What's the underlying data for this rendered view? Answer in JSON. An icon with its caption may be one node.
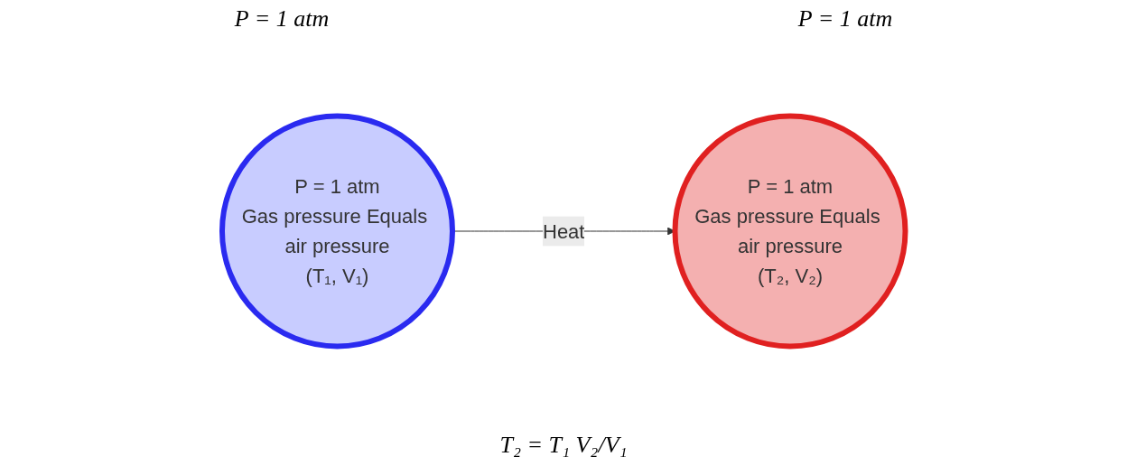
{
  "diagram": {
    "nodes": [
      {
        "text": [
          "P = 1 atm",
          "Gas pressure Equals air pressure",
          "(T₁, V₁)"
        ]
      },
      {
        "text": [
          "P = 1 atm",
          "Gas pressure Equals air pressure",
          "(T₂, V₂)"
        ]
      }
    ],
    "edges": [
      {
        "from": 0,
        "to": 1,
        "arrow": "to",
        "label": "Heat"
      }
    ],
    "labels": [
      "P = 1 atm",
      "P = 1 atm",
      "T₂ = T₁ V₂/V₁"
    ]
  }
}
